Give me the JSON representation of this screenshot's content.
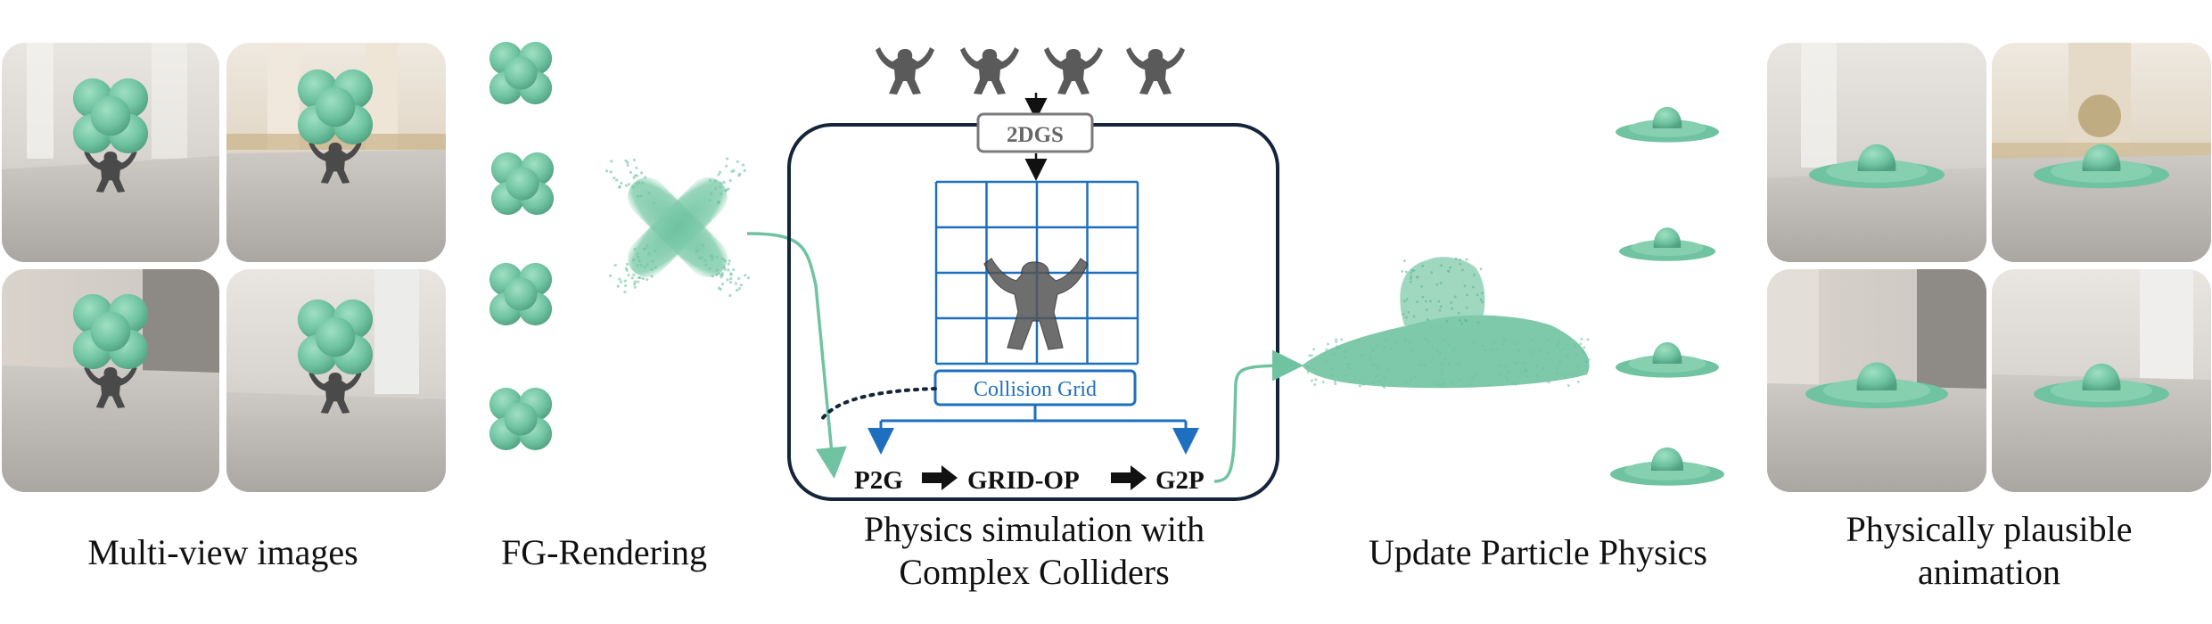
{
  "colors": {
    "accent_green": "#6fc3a0",
    "blue": "#1f6fbf",
    "navy": "#14243a",
    "gray_box": "#7a7a7a",
    "text": "#111111"
  },
  "icons": {
    "colliders": [
      "gorilla-collider-icon",
      "gorilla-collider-icon",
      "gorilla-collider-icon",
      "gorilla-collider-icon"
    ],
    "operator_arrow": "right-arrow-icon"
  },
  "diagram": {
    "gs_box_label": "2DGS",
    "collision_grid_label": "Collision Grid",
    "pipeline": {
      "p2g": "P2G",
      "grid_op": "GRID-OP",
      "g2p": "G2P"
    }
  },
  "captions": {
    "multiview": "Multi-view images",
    "fg_rendering": "FG-Rendering",
    "physics_line1": "Physics simulation with",
    "physics_line2": "Complex Colliders",
    "update": "Update Particle Physics",
    "plausible_line1": "Physically plausible",
    "plausible_line2": "animation"
  }
}
